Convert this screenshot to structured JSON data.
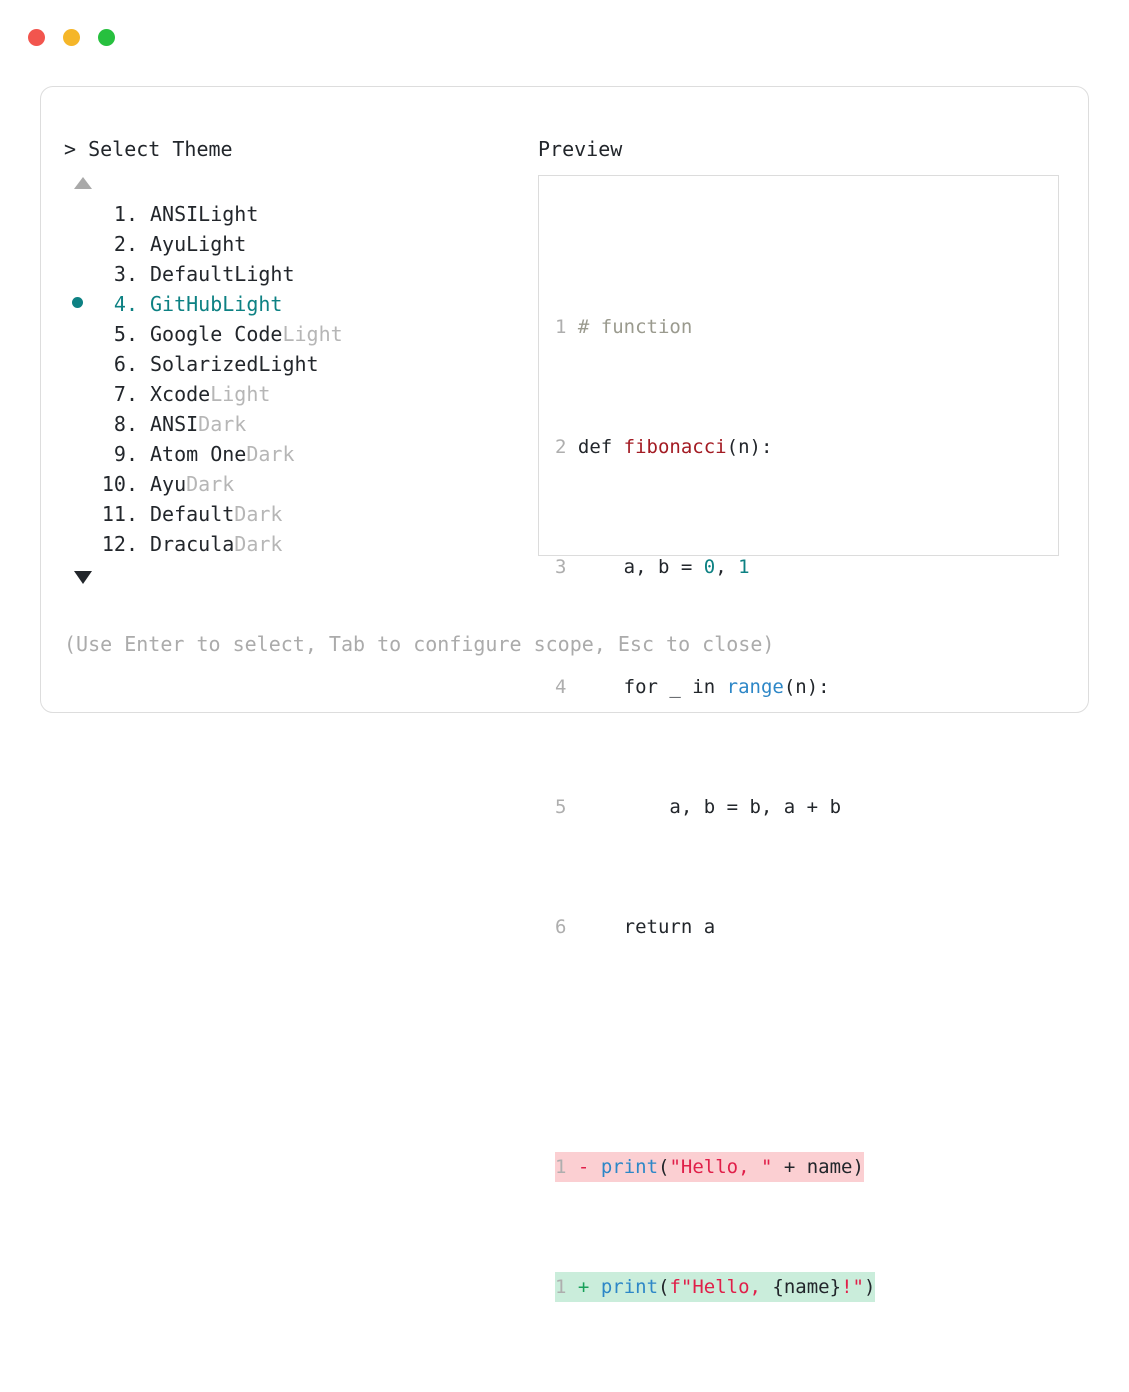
{
  "window": {
    "traffic_lights": [
      {
        "name": "close",
        "color": "#f2554e"
      },
      {
        "name": "minimize",
        "color": "#f5b629"
      },
      {
        "name": "maximize",
        "color": "#27c03f"
      }
    ]
  },
  "left_panel": {
    "prompt": "> Select Theme",
    "scroll_up_icon": "triangle-up-icon",
    "scroll_down_icon": "triangle-down-icon",
    "selected_index": 4,
    "selected_bullet_color": "#0d8183",
    "items": [
      {
        "num": "1.",
        "name": "ANSI",
        "suffix": "Light",
        "suffix_dim": false,
        "selected": false
      },
      {
        "num": "2.",
        "name": "Ayu",
        "suffix": "Light",
        "suffix_dim": false,
        "selected": false
      },
      {
        "num": "3.",
        "name": "Default",
        "suffix": "Light",
        "suffix_dim": false,
        "selected": false
      },
      {
        "num": "4.",
        "name": "GitHub",
        "suffix": "Light",
        "suffix_dim": false,
        "selected": true
      },
      {
        "num": "5.",
        "name": "Google Code",
        "suffix": "Light",
        "suffix_dim": true,
        "selected": false
      },
      {
        "num": "6.",
        "name": "Solarized",
        "suffix": "Light",
        "suffix_dim": false,
        "selected": false
      },
      {
        "num": "7.",
        "name": "Xcode",
        "suffix": "Light",
        "suffix_dim": true,
        "selected": false
      },
      {
        "num": "8.",
        "name": "ANSI",
        "suffix": "Dark",
        "suffix_dim": true,
        "selected": false
      },
      {
        "num": "9.",
        "name": "Atom One",
        "suffix": "Dark",
        "suffix_dim": true,
        "selected": false
      },
      {
        "num": "10.",
        "name": "Ayu",
        "suffix": "Dark",
        "suffix_dim": true,
        "selected": false
      },
      {
        "num": "11.",
        "name": "Default",
        "suffix": "Dark",
        "suffix_dim": true,
        "selected": false
      },
      {
        "num": "12.",
        "name": "Dracula",
        "suffix": "Dark",
        "suffix_dim": true,
        "selected": false
      }
    ]
  },
  "right_panel": {
    "title": "Preview",
    "code": {
      "line1_num": "1",
      "line1_comment": "# function",
      "line2_num": "2",
      "line2_kw": "def ",
      "line2_fn": "fibonacci",
      "line2_rest": "(n):",
      "line3_num": "3",
      "line3_a": "    a, b = ",
      "line3_zero": "0",
      "line3_comma": ", ",
      "line3_one": "1",
      "line4_num": "4",
      "line4_a": "    for _ in ",
      "line4_fn": "range",
      "line4_rest": "(n):",
      "line5_num": "5",
      "line5_text": "        a, b = b, a + b",
      "line6_num": "6",
      "line6_text": "    return a"
    },
    "diff": {
      "removed": {
        "num": "1",
        "sign": "-",
        "fn": "print",
        "open": "(",
        "str": "\"Hello, \"",
        "mid": " + name",
        "close": ")",
        "bg": "#fbcfd2"
      },
      "added": {
        "num": "1",
        "sign": "+",
        "fn": "print",
        "open": "(",
        "str1": "f\"Hello, ",
        "brace": "{name}",
        "str2": "!\"",
        "close": ")",
        "bg": "#caeddb"
      }
    }
  },
  "footer": {
    "hint": "(Use Enter to select, Tab to configure scope, Esc to close)"
  }
}
